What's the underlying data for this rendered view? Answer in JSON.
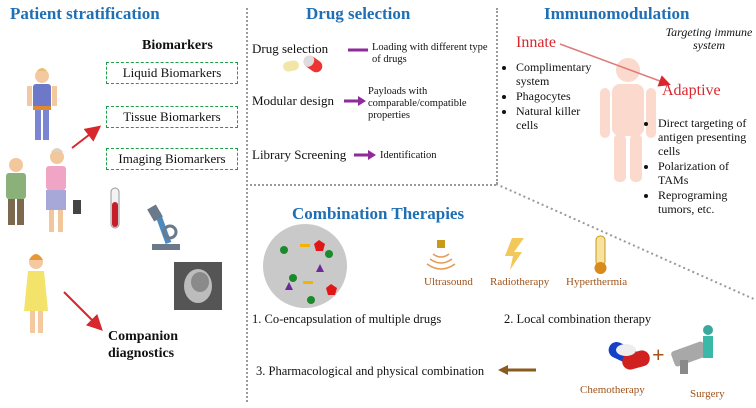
{
  "stratification": {
    "title": "Patient stratification",
    "biomarkers_heading": "Biomarkers",
    "boxes": [
      "Liquid Biomarkers",
      "Tissue Biomarkers",
      "Imaging Biomarkers"
    ],
    "companion": "Companion diagnostics"
  },
  "drug": {
    "title": "Drug selection",
    "rows": [
      {
        "label": "Drug selection",
        "desc": "Loading with different type of drugs"
      },
      {
        "label": "Modular design",
        "desc": "Payloads with comparable/compatible properties"
      },
      {
        "label": "Library Screening",
        "desc": "Identification"
      }
    ]
  },
  "immuno": {
    "title": "Immunomodulation",
    "targeting": "Targeting immune system",
    "innate_label": "Innate",
    "innate_items": [
      "Complimentary system",
      "Phagocytes",
      "Natural killer cells"
    ],
    "adaptive_label": "Adaptive",
    "adaptive_items": [
      "Direct targeting of antigen presenting cells",
      "Polarization of TAMs",
      "Reprograming tumors, etc."
    ]
  },
  "combo": {
    "title": "Combination Therapies",
    "coencap": "1. Co-encapsulation of multiple drugs",
    "local": "2. Local combination therapy",
    "pharma": "3. Pharmacological and physical combination",
    "modalities": [
      "Ultrasound",
      "Radiotherapy",
      "Hyperthermia"
    ],
    "chemo": "Chemotherapy",
    "surgery": "Surgery",
    "plus": "+"
  },
  "colors": {
    "heading_blue": "#1f6fb5",
    "innate_red": "#d9272e",
    "arrow_purple": "#8e2a9a",
    "arrow_brown": "#8b5a1e",
    "box_green": "#1e9e4a"
  }
}
